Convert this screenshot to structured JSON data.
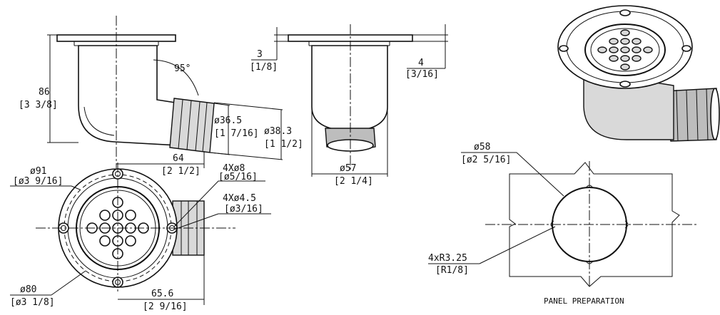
{
  "drawing": {
    "side_view": {
      "height": "86",
      "height_in": "[3 3/8]",
      "angle": "95°",
      "hose_inner": "ø36.5",
      "hose_inner_in": "[1 7/16]",
      "hose_outer": "ø38.3",
      "hose_outer_in": "[1 1/2]",
      "length": "64",
      "length_in": "[2 1/2]"
    },
    "front_view": {
      "flange_thickness": "3",
      "flange_thickness_in": "[1/8]",
      "offset": "4",
      "offset_in": "[3/16]",
      "body_diameter": "ø57",
      "body_diameter_in": "[2 1/4]"
    },
    "top_view": {
      "flange_diameter": "ø91",
      "flange_diameter_in": "[ø3 9/16]",
      "hole_large": "4Xø8",
      "hole_large_in": "[ø5/16]",
      "hole_small": "4Xø4.5",
      "hole_small_in": "[ø3/16]",
      "bolt_circle": "ø80",
      "bolt_circle_in": "[ø3 1/8]",
      "hose_reach": "65.6",
      "hose_reach_in": "[2 9/16]"
    },
    "panel": {
      "cutout_diameter": "ø58",
      "cutout_diameter_in": "[ø2 5/16]",
      "notch_radius": "4xR3.25",
      "notch_radius_in": "[R1/8]",
      "caption": "PANEL PREPARATION"
    }
  }
}
